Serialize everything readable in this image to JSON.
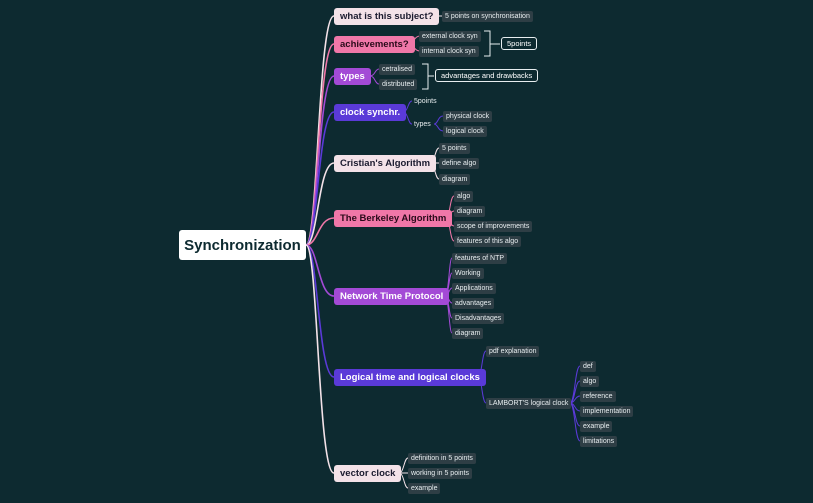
{
  "root": "Synchronization",
  "topics": {
    "subject": "what is this subject?",
    "subject_note": "5 points on synchronisation",
    "achievements": "achievements?",
    "ach_external": "external clock syn",
    "ach_internal": "internal clock syn",
    "ach_points": "5points",
    "types": "types",
    "types_central": "cetralised",
    "types_distributed": "distributed",
    "types_note": "advantages and drawbacks",
    "clock": "clock synchr.",
    "clock_points": "5points",
    "clock_types": "types",
    "clock_physical": "physical clock",
    "clock_logical": "logical clock",
    "cristian": "Cristian's Algorithm",
    "cristian_points": "5 points",
    "cristian_define": "define algo",
    "cristian_diagram": "diagram",
    "berkeley": "The Berkeley Algorithm",
    "berkeley_algo": "algo",
    "berkeley_diagram": "diagram",
    "berkeley_scope": "scope of improvements",
    "berkeley_features": "features of this algo",
    "ntp": "Network Time Protocol",
    "ntp_features": "features of NTP",
    "ntp_working": "Working",
    "ntp_applications": "Applications",
    "ntp_advantages": "advantages",
    "ntp_disadvantages": "Disadvantages",
    "ntp_diagram": "diagram",
    "logical": "Logical time and logical clocks",
    "logical_pdf": "pdf explanation",
    "lamport": "LAMBORT'S logical clock",
    "lamport_def": "def",
    "lamport_algo": "algo",
    "lamport_reference": "reference",
    "lamport_implementation": "implementation",
    "lamport_example": "example",
    "lamport_limitations": "limitations",
    "vector": "vector clock",
    "vector_definition": "definition in 5 points",
    "vector_working": "working in 5 points",
    "vector_example": "example"
  },
  "colors": {
    "background": "#0d2a30",
    "pale": "#f3e2e8",
    "pink": "#f077a8",
    "purple": "#a34ad6",
    "indigo": "#5a3ad8",
    "leaf": "#2e3e45"
  }
}
